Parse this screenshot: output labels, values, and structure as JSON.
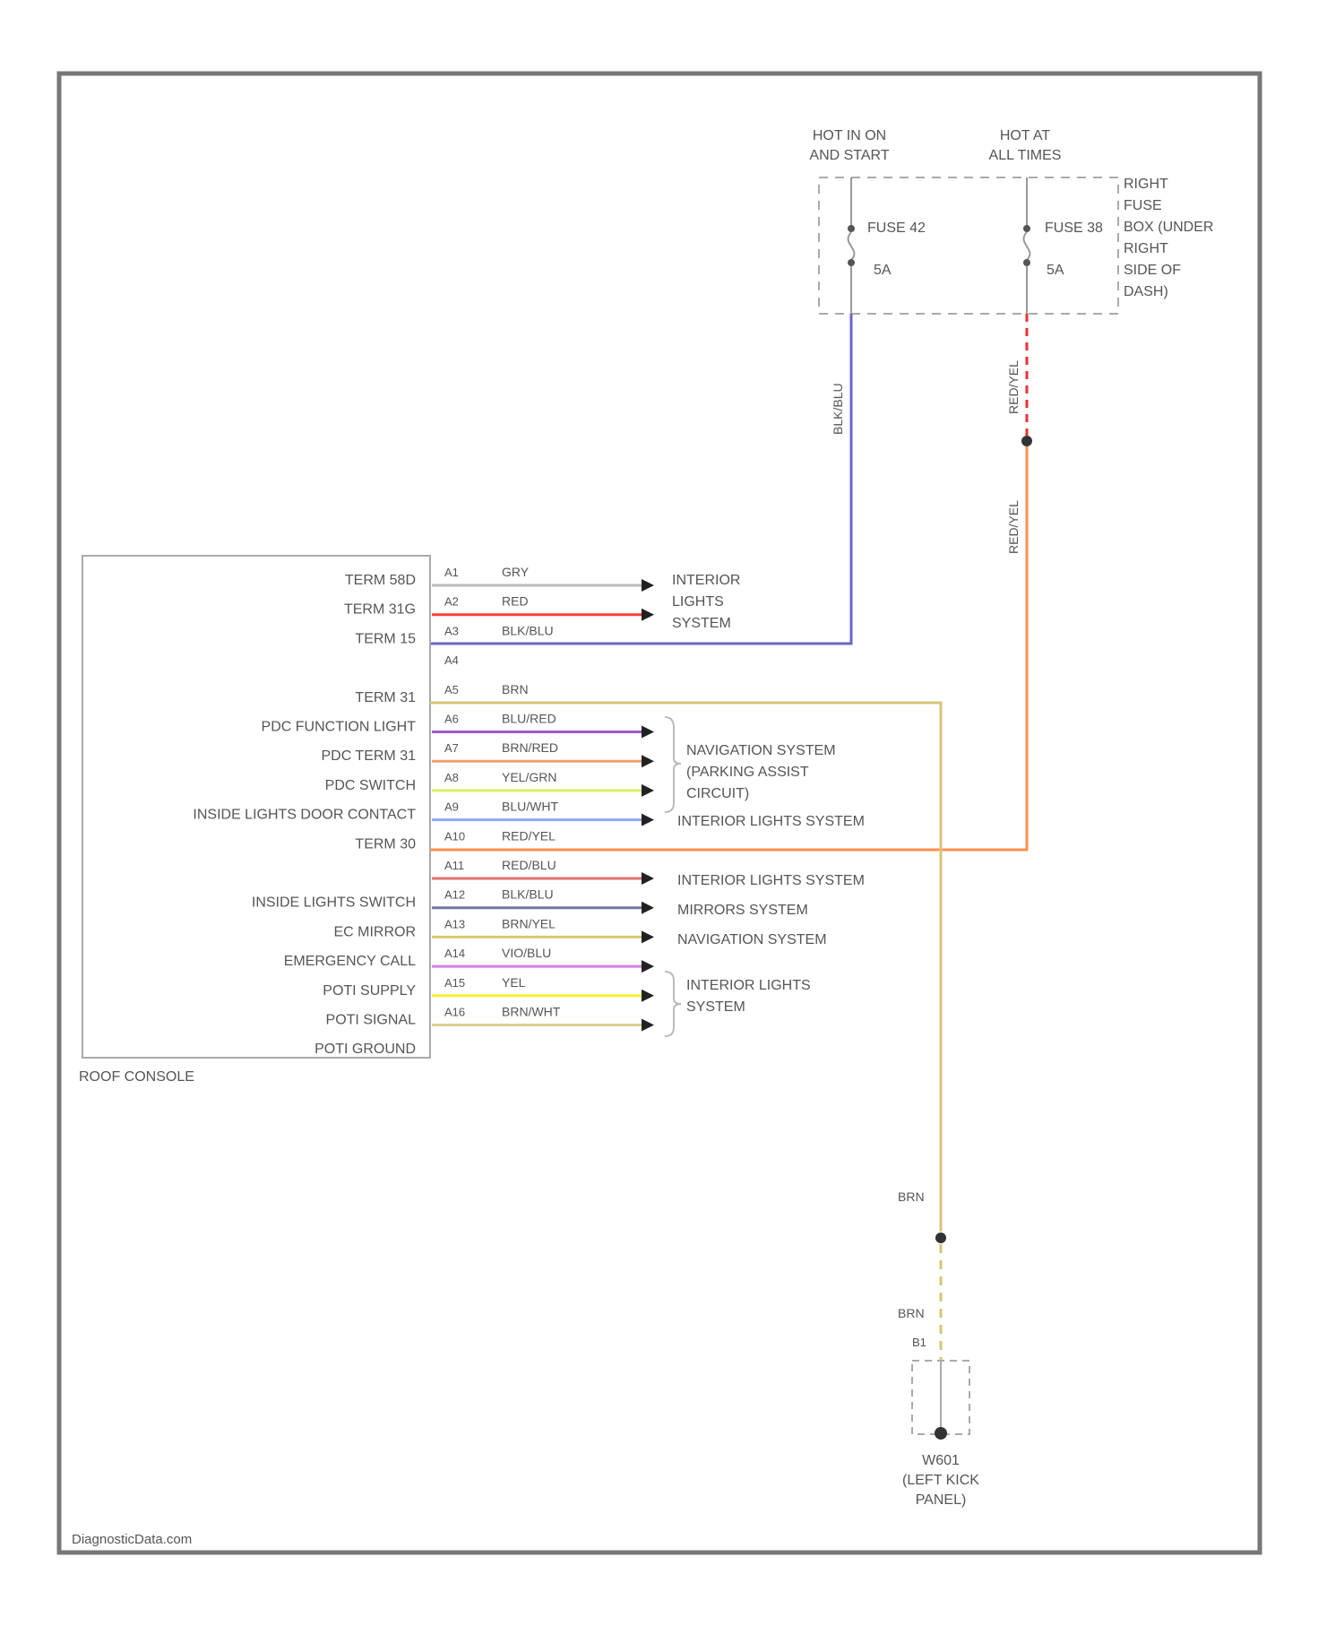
{
  "power": {
    "hot_run_start": [
      "HOT IN ON",
      "AND START"
    ],
    "hot_all_times": [
      "HOT AT",
      "ALL TIMES"
    ],
    "fuse_left": {
      "name": "FUSE 42",
      "rating": "5A"
    },
    "fuse_right": {
      "name": "FUSE 38",
      "rating": "5A"
    },
    "fuse_box_label": [
      "RIGHT",
      "FUSE",
      "BOX (UNDER",
      "RIGHT",
      "SIDE OF",
      "DASH)"
    ],
    "wire_fuse_left": "BLK/BLU",
    "wire_fuse_right_upper": "RED/YEL",
    "wire_fuse_right_lower": "RED/YEL"
  },
  "connector": {
    "title": "ROOF CONSOLE",
    "pins": [
      {
        "pin": "A1",
        "terminal": "TERM 58D",
        "wire": "GRY",
        "color": "#bbbbbb"
      },
      {
        "pin": "A2",
        "terminal": "TERM 31G",
        "wire": "RED",
        "color": "#ff3b3b"
      },
      {
        "pin": "A3",
        "terminal": "TERM 15",
        "wire": "BLK/BLU",
        "color": "#6868c4"
      },
      {
        "pin": "A4",
        "terminal": "",
        "wire": "",
        "color": ""
      },
      {
        "pin": "A5",
        "terminal": "TERM 31",
        "wire": "BRN",
        "color": "#d7c477"
      },
      {
        "pin": "A6",
        "terminal": "PDC FUNCTION LIGHT",
        "wire": "BLU/RED",
        "color": "#9b59c9"
      },
      {
        "pin": "A7",
        "terminal": "PDC TERM 31",
        "wire": "BRN/RED",
        "color": "#f0a070"
      },
      {
        "pin": "A8",
        "terminal": "PDC SWITCH",
        "wire": "YEL/GRN",
        "color": "#d8f060"
      },
      {
        "pin": "A9",
        "terminal": "INSIDE LIGHTS DOOR CONTACT",
        "wire": "BLU/WHT",
        "color": "#8da8ef"
      },
      {
        "pin": "A10",
        "terminal": "TERM 30",
        "wire": "RED/YEL",
        "color": "#ff8f50"
      },
      {
        "pin": "A11",
        "terminal": "",
        "wire": "RED/BLU",
        "color": "#e07070"
      },
      {
        "pin": "A12",
        "terminal": "INSIDE LIGHTS SWITCH",
        "wire": "BLK/BLU",
        "color": "#6f78a8"
      },
      {
        "pin": "A13",
        "terminal": "EC MIRROR",
        "wire": "BRN/YEL",
        "color": "#d8c870"
      },
      {
        "pin": "A14",
        "terminal": "EMERGENCY CALL",
        "wire": "VIO/BLU",
        "color": "#d080e8"
      },
      {
        "pin": "A15",
        "terminal": "POTI SUPPLY",
        "wire": "YEL",
        "color": "#f5f030"
      },
      {
        "pin": "A16",
        "terminal": "POTI SIGNAL",
        "wire": "BRN/WHT",
        "color": "#ddd090"
      },
      {
        "pin": "",
        "terminal": "POTI GROUND",
        "wire": "",
        "color": ""
      }
    ]
  },
  "destinations": {
    "interior_top": [
      "INTERIOR",
      "LIGHTS",
      "SYSTEM"
    ],
    "navigation_parking": [
      "NAVIGATION SYSTEM",
      "(PARKING ASSIST",
      "CIRCUIT)"
    ],
    "interior_a9": "INTERIOR LIGHTS SYSTEM",
    "interior_a11": "INTERIOR LIGHTS SYSTEM",
    "mirrors": "MIRRORS SYSTEM",
    "navigation": "NAVIGATION SYSTEM",
    "interior_bottom": [
      "INTERIOR LIGHTS",
      "SYSTEM"
    ]
  },
  "ground": {
    "wire_upper": "BRN",
    "wire_lower": "BRN",
    "connector_pin": "B1",
    "label": [
      "W601",
      "(LEFT KICK",
      "PANEL)"
    ]
  },
  "footer": "DiagnosticData.com"
}
